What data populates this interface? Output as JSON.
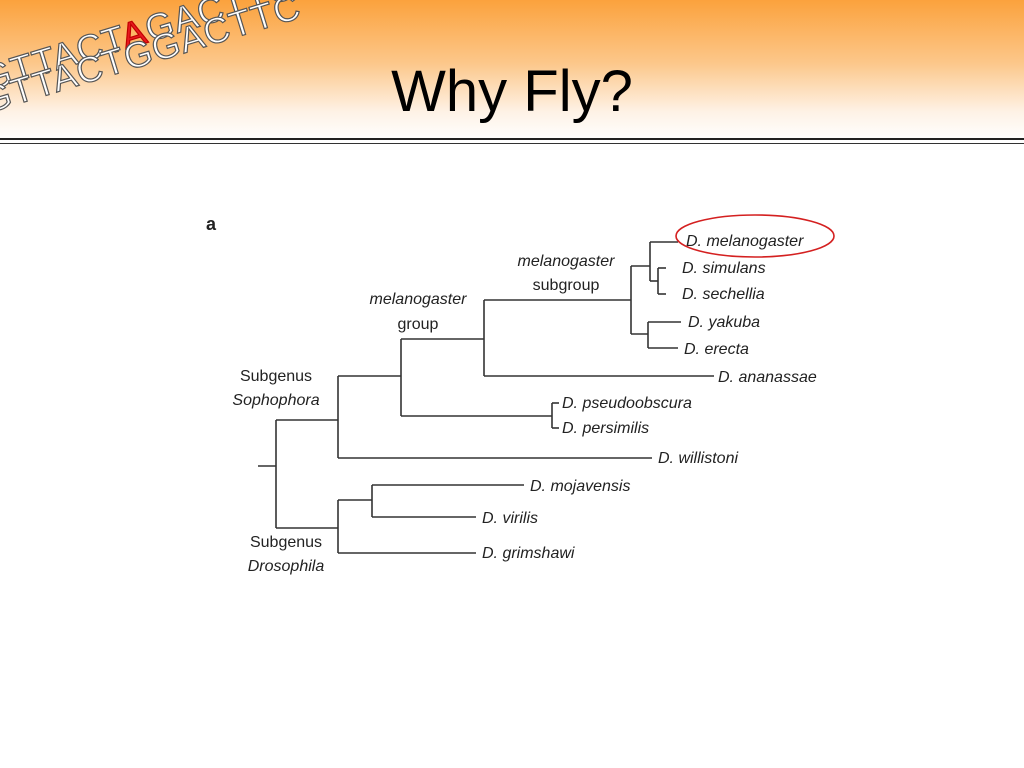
{
  "header": {
    "dna_line_1_before": "GTTACT",
    "dna_line_1_highlight": "A",
    "dna_line_1_after": "GACTTC",
    "dna_line_2": "GTTACTGGACTTC"
  },
  "slide": {
    "title": "Why Fly?",
    "panel_label": "a"
  },
  "tree": {
    "group_labels": {
      "melanogaster_subgroup_line1": "melanogaster",
      "melanogaster_subgroup_line2": "subgroup",
      "melanogaster_group_line1": "melanogaster",
      "melanogaster_group_line2": "group",
      "sophophora_line1": "Subgenus",
      "sophophora_line2": "Sophophora",
      "drosophila_line1": "Subgenus",
      "drosophila_line2": "Drosophila"
    },
    "species": [
      "D. melanogaster",
      "D. simulans",
      "D. sechellia",
      "D. yakuba",
      "D. erecta",
      "D. ananassae",
      "D. pseudoobscura",
      "D. persimilis",
      "D. willistoni",
      "D. mojavensis",
      "D. virilis",
      "D. grimshawi"
    ],
    "highlighted_species": "D. melanogaster",
    "highlight_color": "#d42020"
  }
}
